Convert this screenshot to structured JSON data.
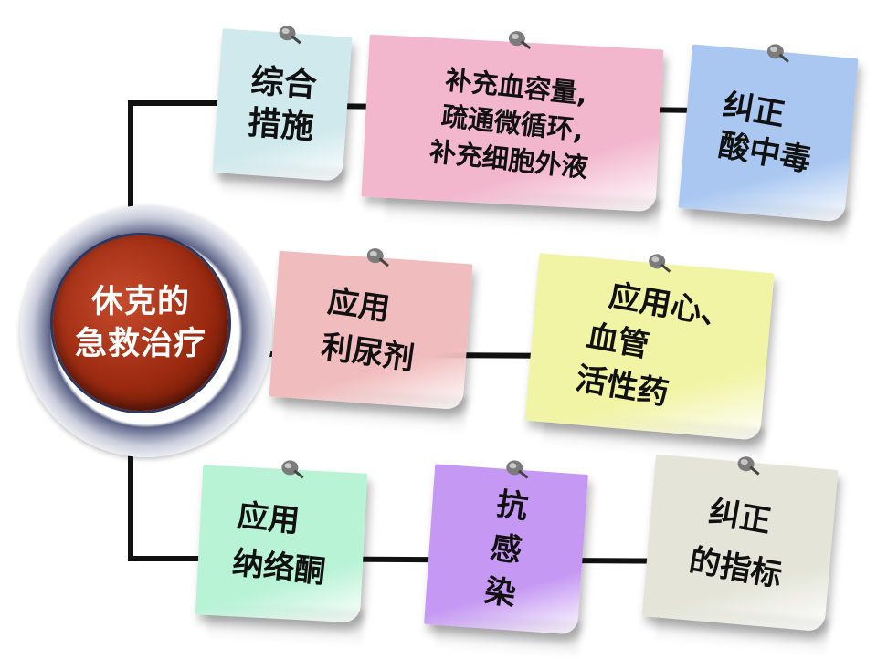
{
  "hub": {
    "line1": "休克的",
    "line2": "急救治疗"
  },
  "notes": {
    "combined": {
      "lines": [
        "综合",
        "措施"
      ],
      "color": "#cfe9ec"
    },
    "volume": {
      "lines": [
        "补充血容量,",
        "疏通微循环,",
        "补充细胞外液"
      ],
      "color": "#f2b6cd"
    },
    "acidosis": {
      "lines": [
        "纠正",
        "酸中毒"
      ],
      "color": "#a9c7f1"
    },
    "diuretic": {
      "lines": [
        "应用",
        "利尿剂"
      ],
      "color": "#f1bcbd"
    },
    "vasoactive": {
      "lines": [
        "应用心、",
        "血管",
        "活性药"
      ],
      "color": "#f1f4a4"
    },
    "naloxone": {
      "lines": [
        "应用",
        "纳络酮"
      ],
      "color": "#b9f3d6"
    },
    "anti_infection": {
      "lines": [
        "抗",
        "感",
        "染"
      ],
      "color": "#c598f3"
    },
    "indicators": {
      "lines": [
        "纠正",
        "的指标"
      ],
      "color": "#e4e5d8"
    }
  },
  "colors": {
    "connector": "#111111",
    "hub_core": "#9b2a10",
    "hub_ring": "#5b6387"
  }
}
